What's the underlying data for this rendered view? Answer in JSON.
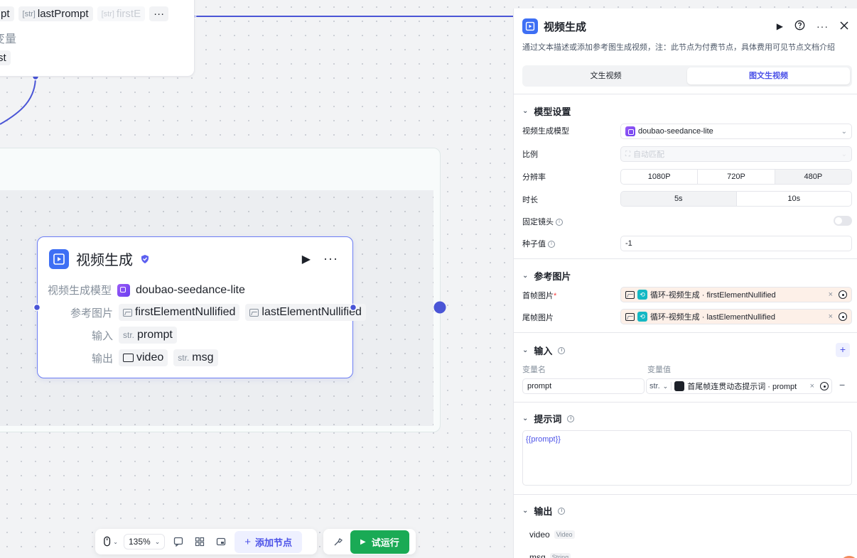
{
  "top_node": {
    "chips": [
      {
        "tag": "",
        "label": "pt"
      },
      {
        "tag": "[str]",
        "label": "lastPrompt"
      },
      {
        "tag": "[str]",
        "label": "firstE"
      }
    ],
    "more": "···",
    "var_label": "变量",
    "var_value": "st"
  },
  "video_node": {
    "title": "视频生成",
    "run": "▶",
    "more": "···",
    "rows": {
      "model_label": "视频生成模型",
      "model_value": "doubao-seedance-lite",
      "ref_label": "参考图片",
      "ref_first": "firstElementNullified",
      "ref_last": "lastElementNullified",
      "input_label": "输入",
      "input_tag": "str.",
      "input_value": "prompt",
      "output_label": "输出",
      "output_video": "video",
      "output_tag": "str.",
      "output_msg": "msg"
    }
  },
  "toolbar": {
    "zoom": "135%",
    "add_node": "添加节点",
    "test_run": "试运行"
  },
  "panel": {
    "title": "视频生成",
    "description": "通过文本描述或添加参考图生成视频，注：此节点为付费节点，具体费用可见节点文档介绍",
    "tabs": [
      "文生视频",
      "图文生视频"
    ],
    "active_tab": 1,
    "model_section": {
      "title": "模型设置",
      "model_label": "视频生成模型",
      "model_value": "doubao-seedance-lite",
      "ratio_label": "比例",
      "ratio_value": "自动匹配",
      "resolution_label": "分辨率",
      "resolutions": [
        "1080P",
        "720P",
        "480P"
      ],
      "selected_resolution": "480P",
      "duration_label": "时长",
      "durations": [
        "5s",
        "10s"
      ],
      "selected_duration": "5s",
      "fixed_camera_label": "固定镜头",
      "fixed_camera_on": false,
      "seed_label": "种子值",
      "seed_value": "-1"
    },
    "ref_section": {
      "title": "参考图片",
      "first_label": "首帧图片",
      "required_mark": "*",
      "first_value": "循环-视频生成 · firstElementNullified",
      "last_label": "尾帧图片",
      "last_value": "循环-视频生成 · lastElementNullified",
      "clear": "×"
    },
    "input_section": {
      "title": "输入",
      "add": "+",
      "col_name": "变量名",
      "col_value": "变量值",
      "var_name": "prompt",
      "var_type": "str.",
      "var_ref": "首尾帧连贯动态提示词 · prompt",
      "clear": "×",
      "remove": "−"
    },
    "prompt_section": {
      "title": "提示词",
      "text": "{{prompt}}"
    },
    "output_section": {
      "title": "输出",
      "items": [
        {
          "name": "video",
          "type": "Video"
        },
        {
          "name": "msg",
          "type": "String"
        }
      ]
    }
  },
  "colors": {
    "accent": "#4d53e8",
    "node_border": "#6b7cf3",
    "run_green": "#1aaa55",
    "edge": "#4a55d6"
  }
}
